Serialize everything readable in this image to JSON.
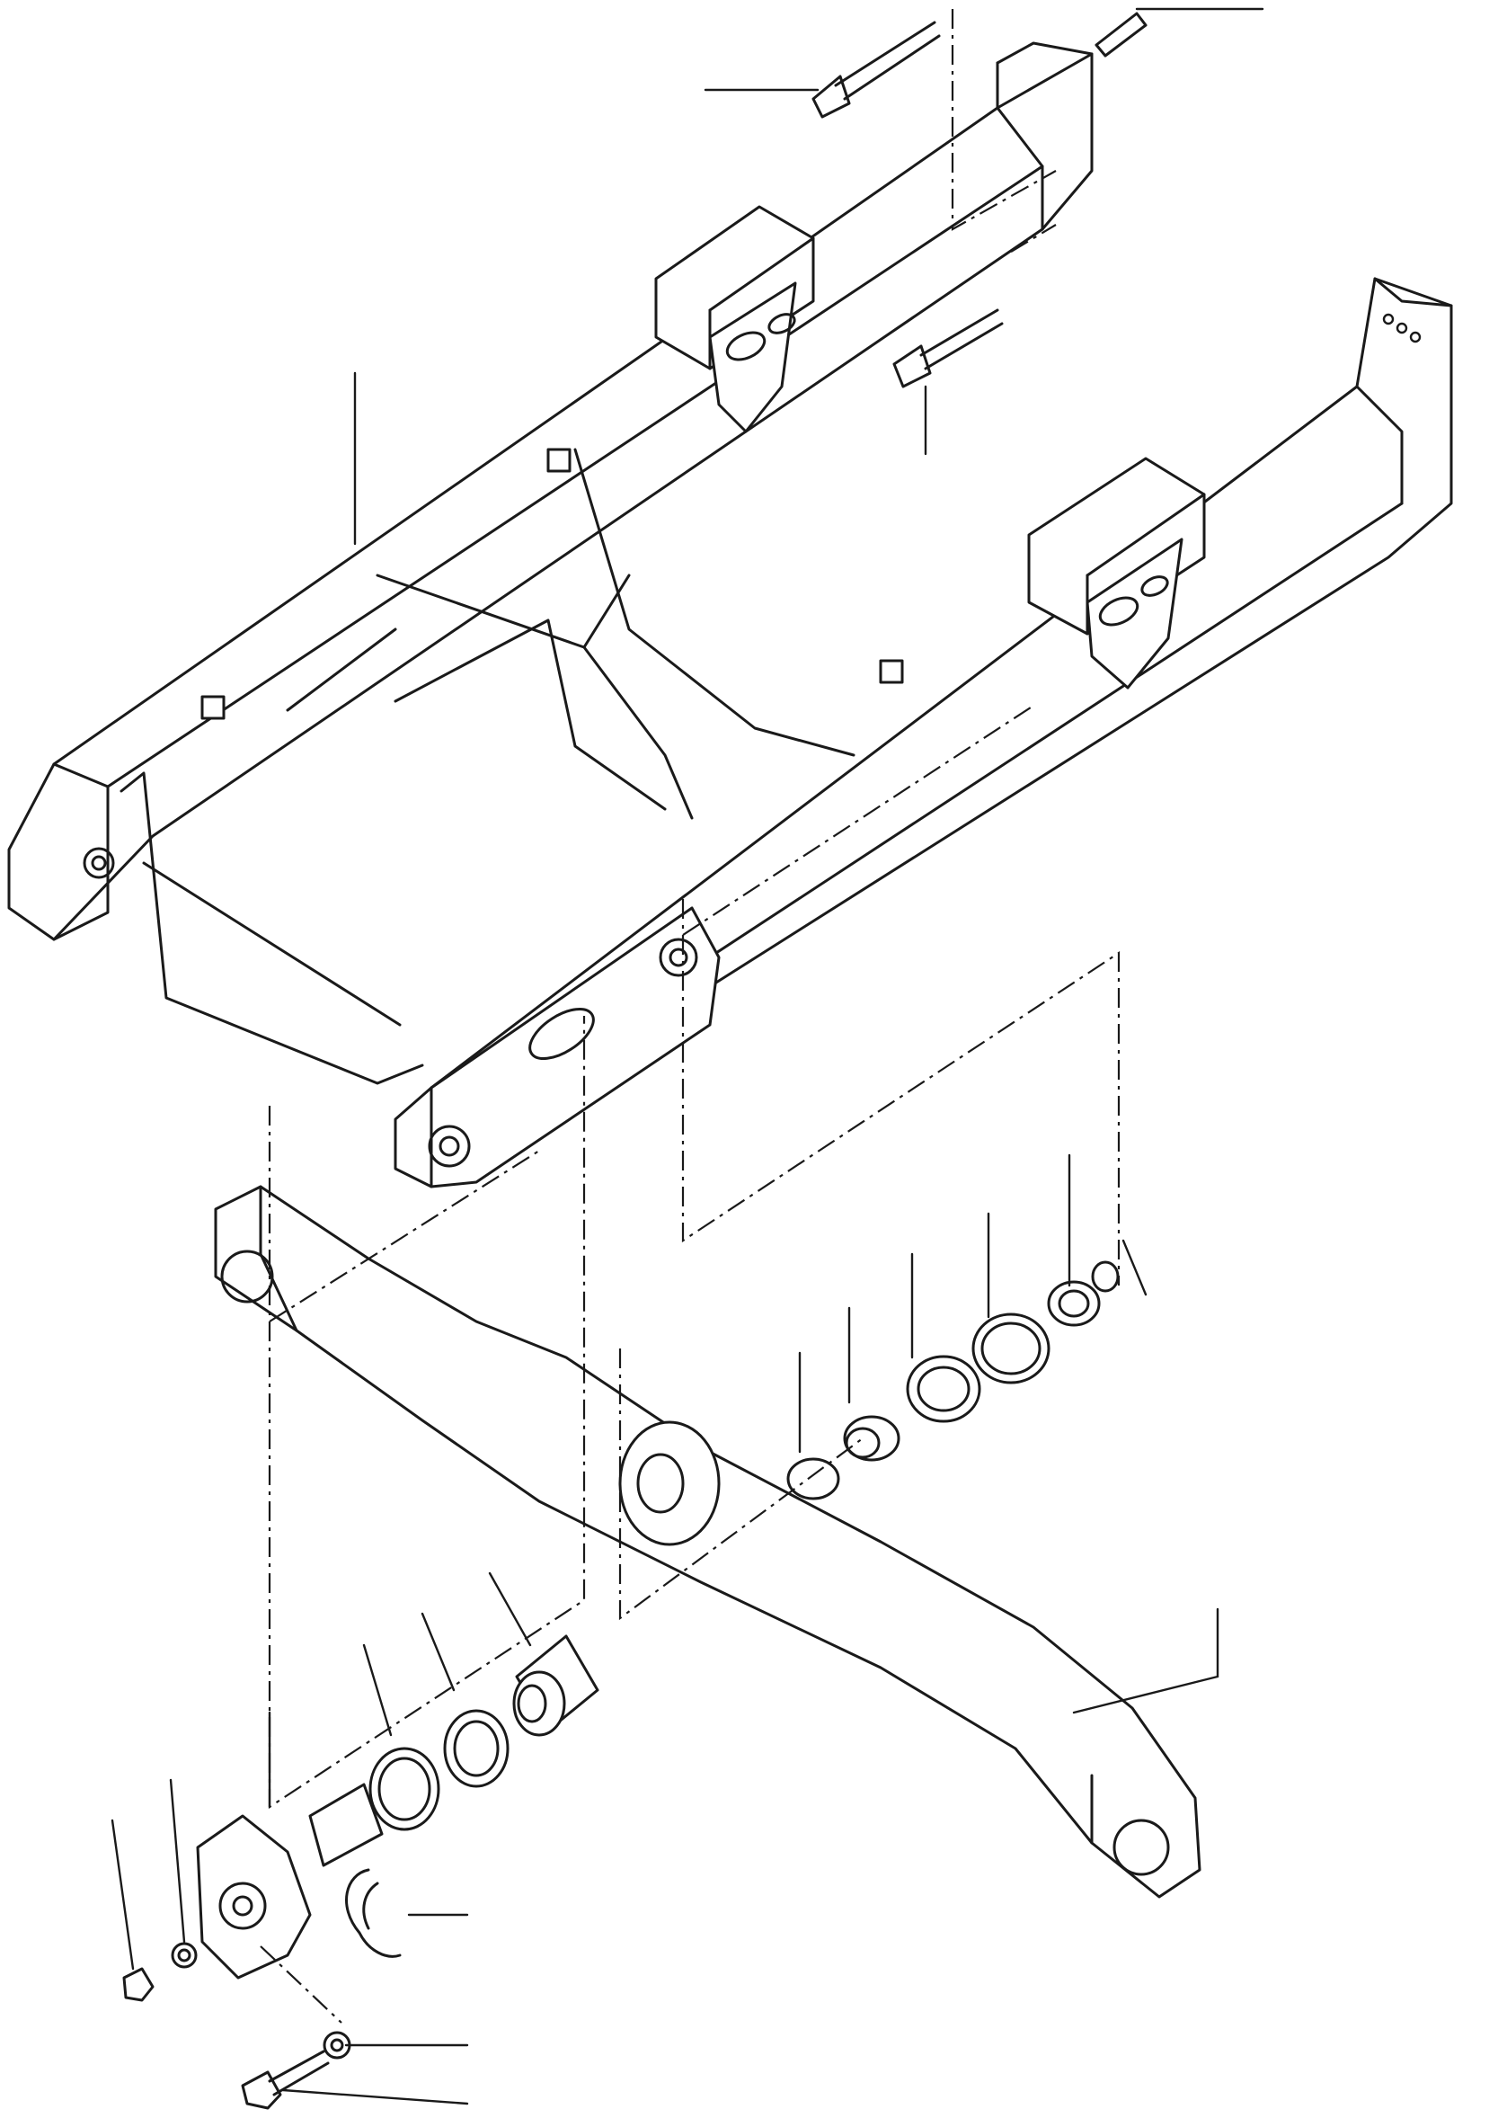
{
  "diagram": {
    "kind": "exploded-parts-drawing",
    "callout_labels": [],
    "components": [
      "track-frame-left",
      "track-frame-right",
      "equalizer-bar",
      "mounting-bolt",
      "dowel-pin",
      "bushing",
      "seal-ring",
      "thrust-ring",
      "pivot-pin",
      "retainer-plate",
      "washer",
      "cap-screw"
    ],
    "colors": {
      "line": "#1a1a1a",
      "paper": "#ffffff"
    }
  }
}
